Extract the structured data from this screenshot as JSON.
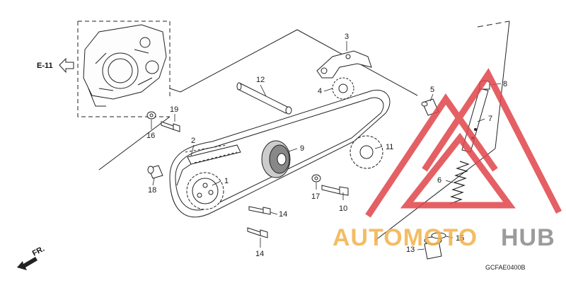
{
  "reference_tag": "E-11",
  "direction_label": "FR.",
  "diagram_code": "GCFAE0400B",
  "callouts": {
    "p1": "1",
    "p2": "2",
    "p3": "3",
    "p4": "4",
    "p5": "5",
    "p6": "6",
    "p7": "7",
    "p8": "8",
    "p9": "9",
    "p10": "10",
    "p11": "11",
    "p12": "12",
    "p13": "13",
    "p14a": "14",
    "p14b": "14",
    "p15": "15",
    "p16": "16",
    "p17": "17",
    "p18": "18",
    "p19": "19"
  },
  "watermark": {
    "word_left": "AUTOMOTO",
    "word_right": "HUB",
    "colors": {
      "left": "#f2b24a",
      "right": "#8a8a8a",
      "logo": "#e0454a"
    }
  }
}
